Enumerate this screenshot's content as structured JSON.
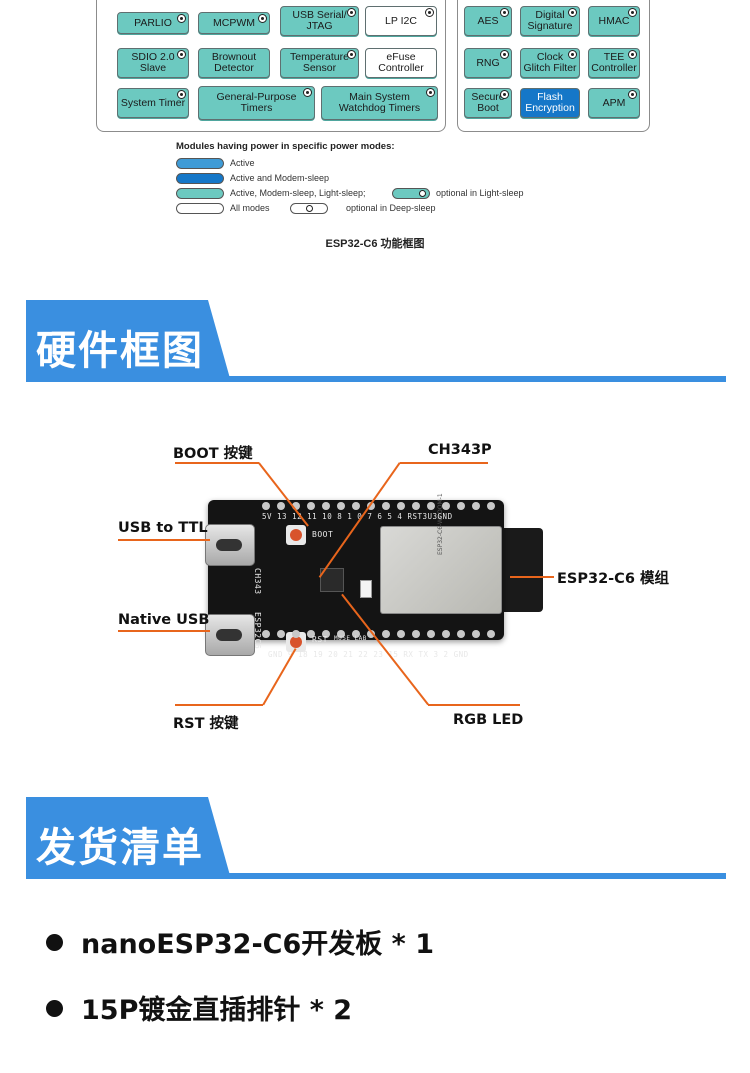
{
  "diagram": {
    "left_modules": [
      {
        "label": "PARLIO",
        "style": "teal",
        "gear": true
      },
      {
        "label": "MCPWM",
        "style": "teal",
        "gear": true
      },
      {
        "label": "USB Serial/\nJTAG",
        "style": "teal",
        "gear": true
      },
      {
        "label": "LP I2C",
        "style": "white",
        "gear": true
      },
      {
        "label": "SDIO 2.0\nSlave",
        "style": "teal",
        "gear": true
      },
      {
        "label": "Brownout\nDetector",
        "style": "teal",
        "gear": false
      },
      {
        "label": "Temperature\nSensor",
        "style": "teal",
        "gear": true
      },
      {
        "label": "eFuse\nController",
        "style": "white",
        "gear": false
      },
      {
        "label": "System Timer",
        "style": "teal",
        "gear": true
      },
      {
        "label": "General-Purpose\nTimers",
        "style": "teal",
        "gear": true
      },
      {
        "label": "Main System\nWatchdog Timers",
        "style": "teal",
        "gear": true
      }
    ],
    "right_modules": [
      {
        "label": "AES",
        "style": "teal",
        "gear": true
      },
      {
        "label": "Digital\nSignature",
        "style": "teal",
        "gear": true
      },
      {
        "label": "HMAC",
        "style": "teal",
        "gear": true
      },
      {
        "label": "RNG",
        "style": "teal",
        "gear": true
      },
      {
        "label": "Clock\nGlitch Filter",
        "style": "teal",
        "gear": true
      },
      {
        "label": "TEE\nController",
        "style": "teal",
        "gear": true
      },
      {
        "label": "Secure\nBoot",
        "style": "teal",
        "gear": true
      },
      {
        "label": "Flash\nEncryption",
        "style": "dark",
        "gear": false
      },
      {
        "label": "APM",
        "style": "teal",
        "gear": true
      }
    ],
    "legend": {
      "title": "Modules having power in specific power modes:",
      "active": "Active",
      "active_modem": "Active and Modem-sleep",
      "active_modem_light": "Active, Modem-sleep, Light-sleep;",
      "optional_light": "optional in Light-sleep",
      "all_modes": "All modes",
      "optional_deep": "optional in Deep-sleep"
    },
    "caption": "ESP32-C6 功能框图",
    "colors": {
      "teal": "#6cc9c0",
      "blue": "#3f9bd6",
      "dark_blue": "#1577c8"
    }
  },
  "sections": {
    "hardware": "硬件框图",
    "packing": "发货清单"
  },
  "board": {
    "callouts": {
      "boot": "BOOT 按键",
      "ch343p": "CH343P",
      "usb_ttl": "USB to TTL",
      "module": "ESP32-C6 模组",
      "native_usb": "Native USB",
      "rst": "RST 按键",
      "rgb": "RGB LED"
    },
    "silk_top": "5V  13  12  11  10  8   1   0   7   6   5   4  RST3U3GND",
    "silk_bottom": "GND  9  18  19  20  21  22  23  15  RX  TX  3   2  GND",
    "silk_boot": "BOOT",
    "silk_rst": "RST",
    "silk_ch343": "CH343",
    "silk_esp": "ESP32C6",
    "silk_brand": "MUSE LAB",
    "module_text": "ESP32-C6-WROOM-1",
    "accent_color": "#e8651c"
  },
  "packing_list": [
    "nanoESP32-C6开发板 * 1",
    "15P镀金直插排针 * 2"
  ]
}
